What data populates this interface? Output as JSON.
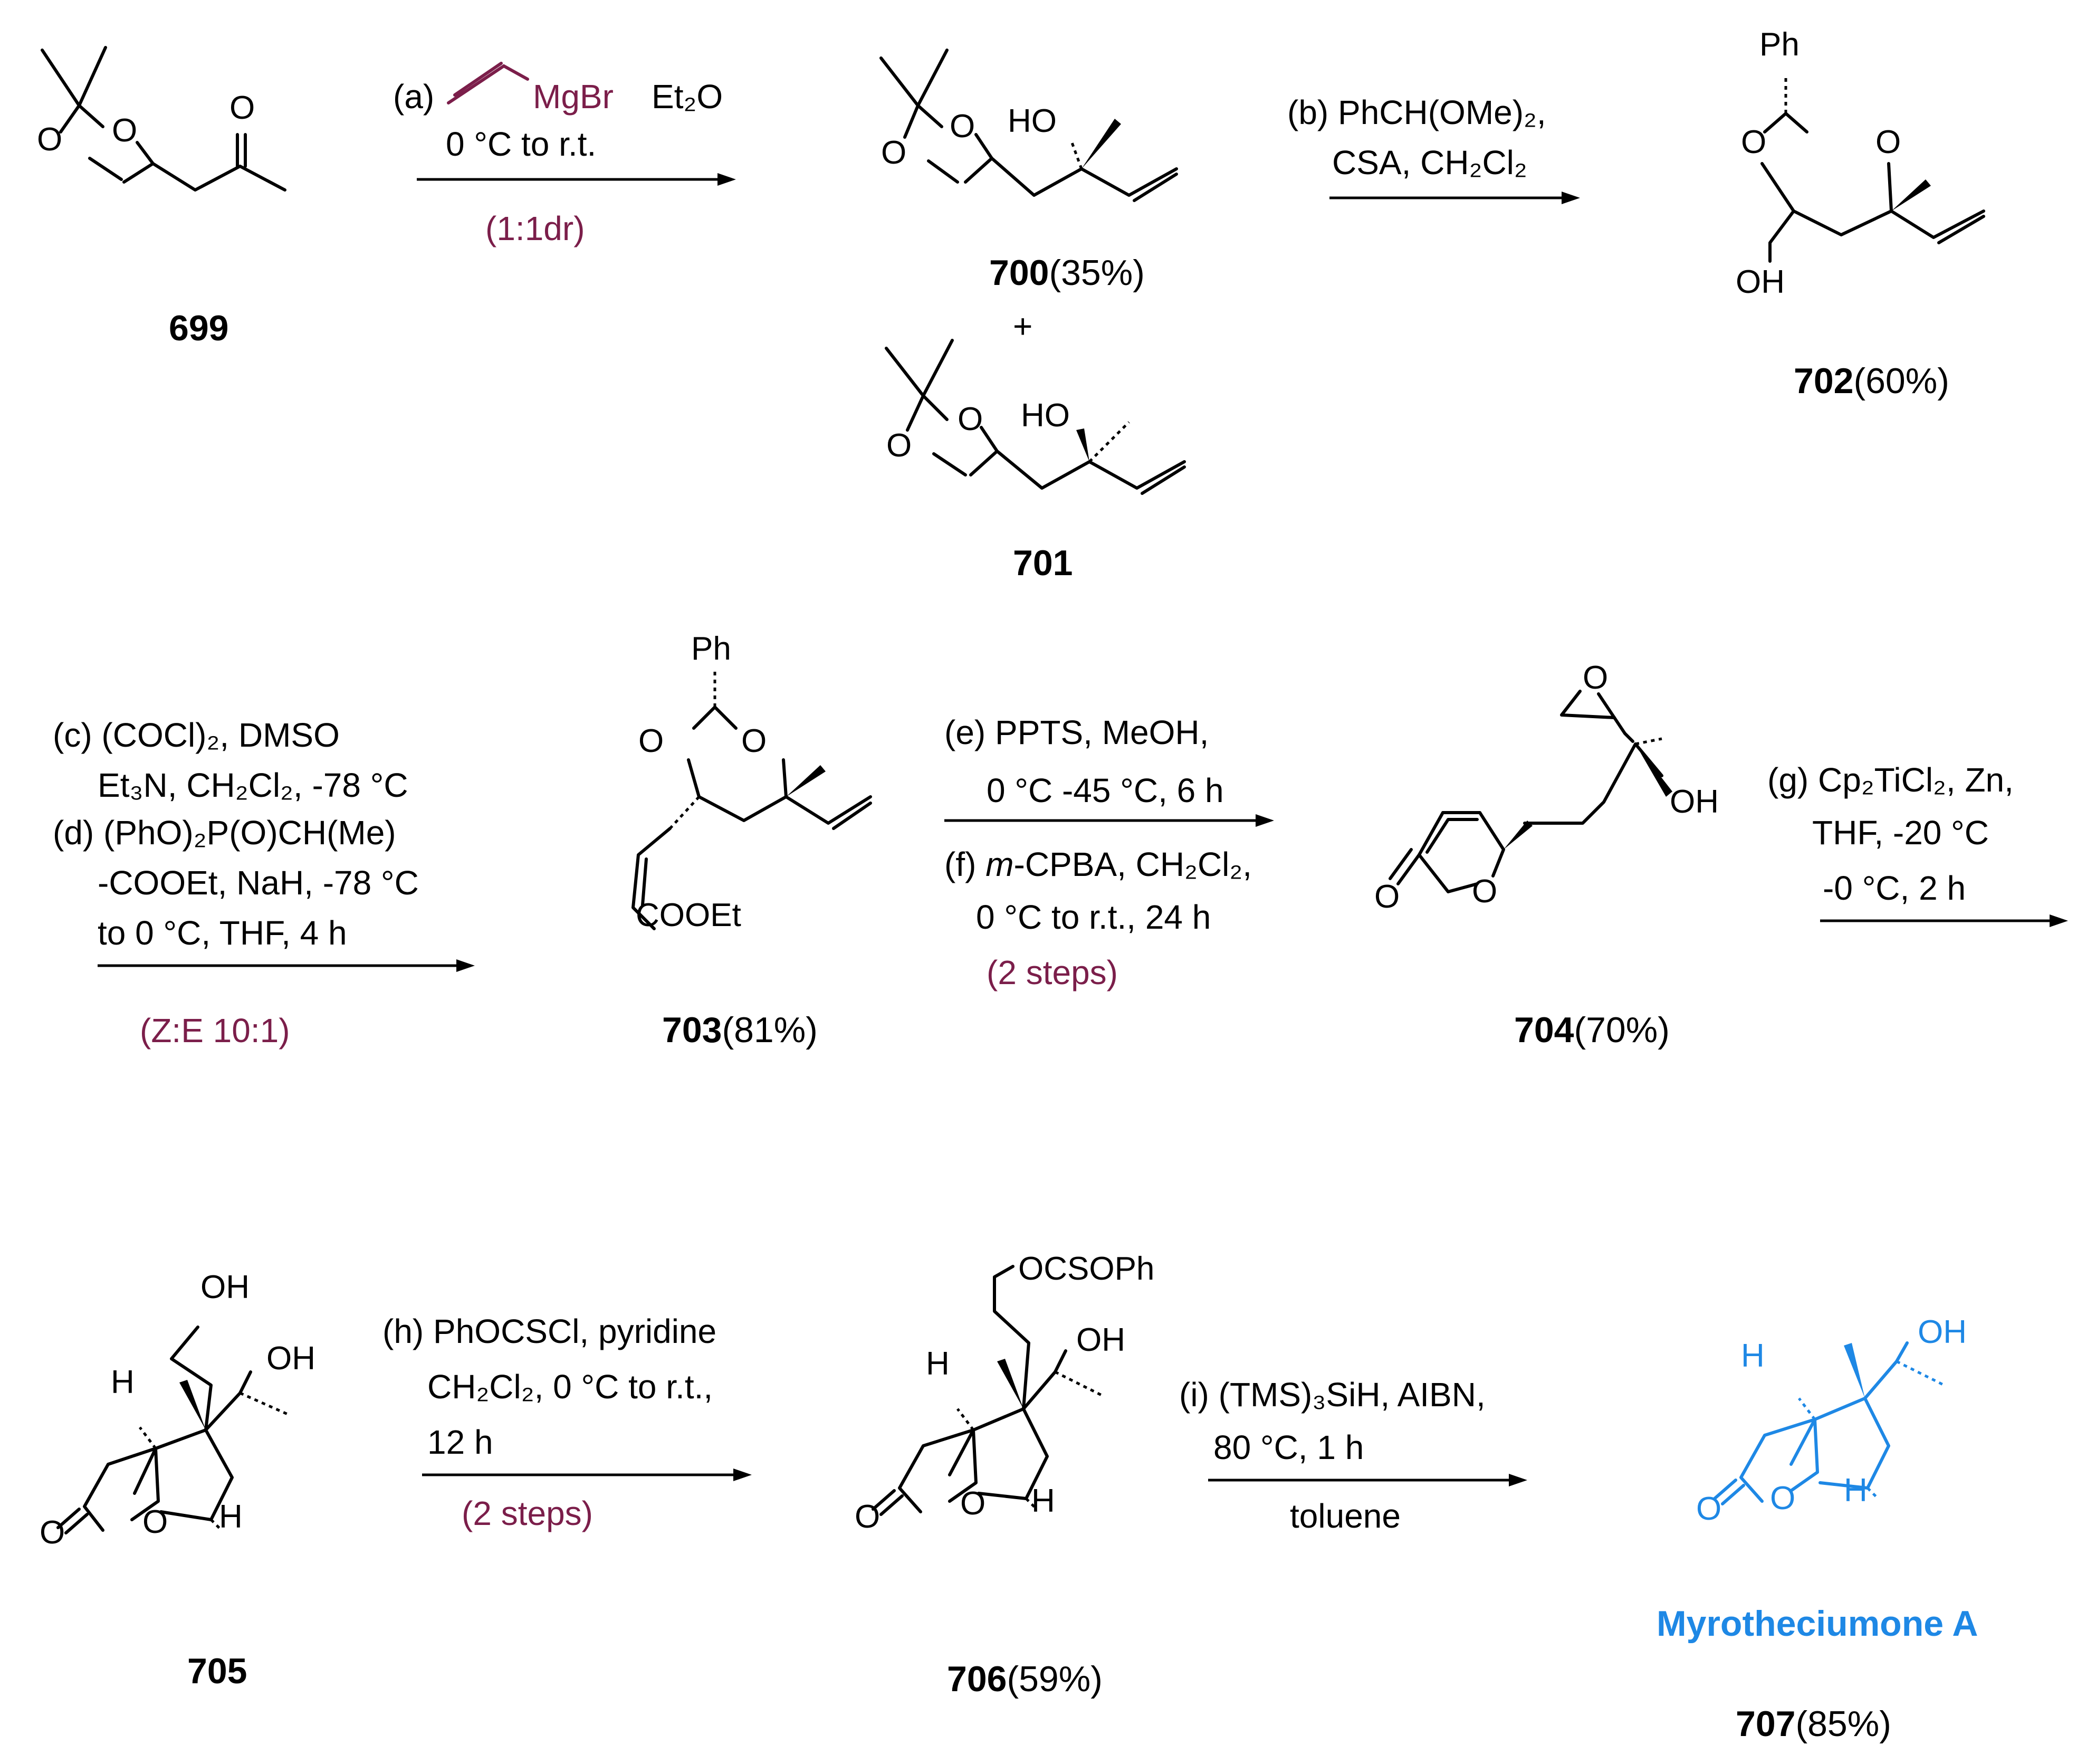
{
  "compounds": {
    "c699": "699",
    "c700": "700",
    "c700_yield": "(35%)",
    "plus": "+",
    "c701": "701",
    "c702": "702",
    "c702_yield": "(60%)",
    "c703": "703",
    "c703_yield": "(81%)",
    "c704": "704",
    "c704_yield": "(70%)",
    "c705": "705",
    "c706": "706",
    "c706_yield": "(59%)",
    "c707": "707",
    "c707_yield": "(85%)",
    "target_name": "Myrotheciumone A"
  },
  "conditions": {
    "a_prefix": "(a)",
    "a_reagent": "MgBr",
    "a_solvent": "Et₂O",
    "a_temp": "0 °C to r.t.",
    "a_dr": "(1:1dr)",
    "b_line1": "(b) PhCH(OMe)₂,",
    "b_line2": "CSA, CH₂Cl₂",
    "c_line1": "(c) (COCl)₂, DMSO",
    "c_line2": "Et₃N, CH₂Cl₂, -78 °C",
    "d_line1": "(d) (PhO)₂P(O)CH(Me)",
    "d_line2": "-COOEt, NaH, -78 °C",
    "d_line3": "to 0 °C, THF, 4 h",
    "cd_ratio": "(Z:E 10:1)",
    "e_line1": "(e) PPTS, MeOH,",
    "e_line2": "0 °C -45 °C, 6 h",
    "f_prefix": "(f) ",
    "f_italic": "m",
    "f_rest": "-CPBA, CH₂Cl₂,",
    "f_line2": "0 °C to r.t., 24 h",
    "ef_steps": "(2 steps)",
    "g_line1": "(g) Cp₂TiCl₂, Zn,",
    "g_line2": "THF, -20 °C",
    "g_line3": "-0 °C, 2 h",
    "h_line1": "(h) PhOCSCl, pyridine",
    "h_line2": "CH₂Cl₂, 0 °C to r.t.,",
    "h_line3": "12 h",
    "h_steps": "(2 steps)",
    "i_line1": "(i) (TMS)₃SiH, AIBN,",
    "i_line2": "80 °C, 1 h",
    "i_line3": "toluene"
  },
  "atoms": {
    "O": "O",
    "HO": "HO",
    "OH": "OH",
    "H": "H",
    "Ph": "Ph",
    "COOEt": "COOEt",
    "OCSOPh": "OCSOPh"
  },
  "colors": {
    "black": "#000000",
    "maroon": "#7B1E4A",
    "blue": "#1E88E5"
  }
}
